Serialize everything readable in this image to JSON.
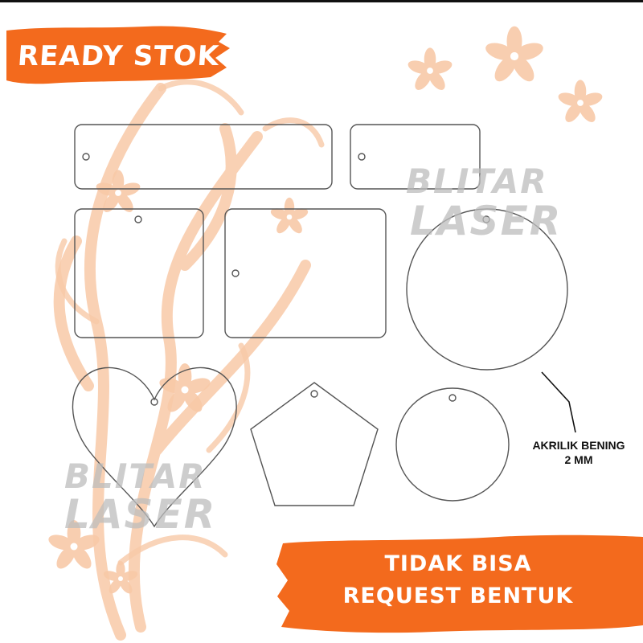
{
  "banner": {
    "title": "READY STOK"
  },
  "watermarks": [
    {
      "line1": "BLITAR",
      "line2": "LASER"
    },
    {
      "line1": "BLITAR",
      "line2": "LASER"
    }
  ],
  "material_label": {
    "line1": "AKRILIK BENING",
    "line2": "2 MM"
  },
  "notice": {
    "line1": "TIDAK BISA",
    "line2": "REQUEST BENTUK"
  },
  "shapes": [
    "rectangle-tag-long",
    "rectangle-tag-short",
    "square",
    "rectangle",
    "circle-large",
    "heart",
    "pentagon",
    "circle-small"
  ],
  "colors": {
    "accent": "#f36a1d",
    "decoration": "#f8c9a8",
    "outline": "#555555",
    "watermark": "#bdbdbd"
  }
}
